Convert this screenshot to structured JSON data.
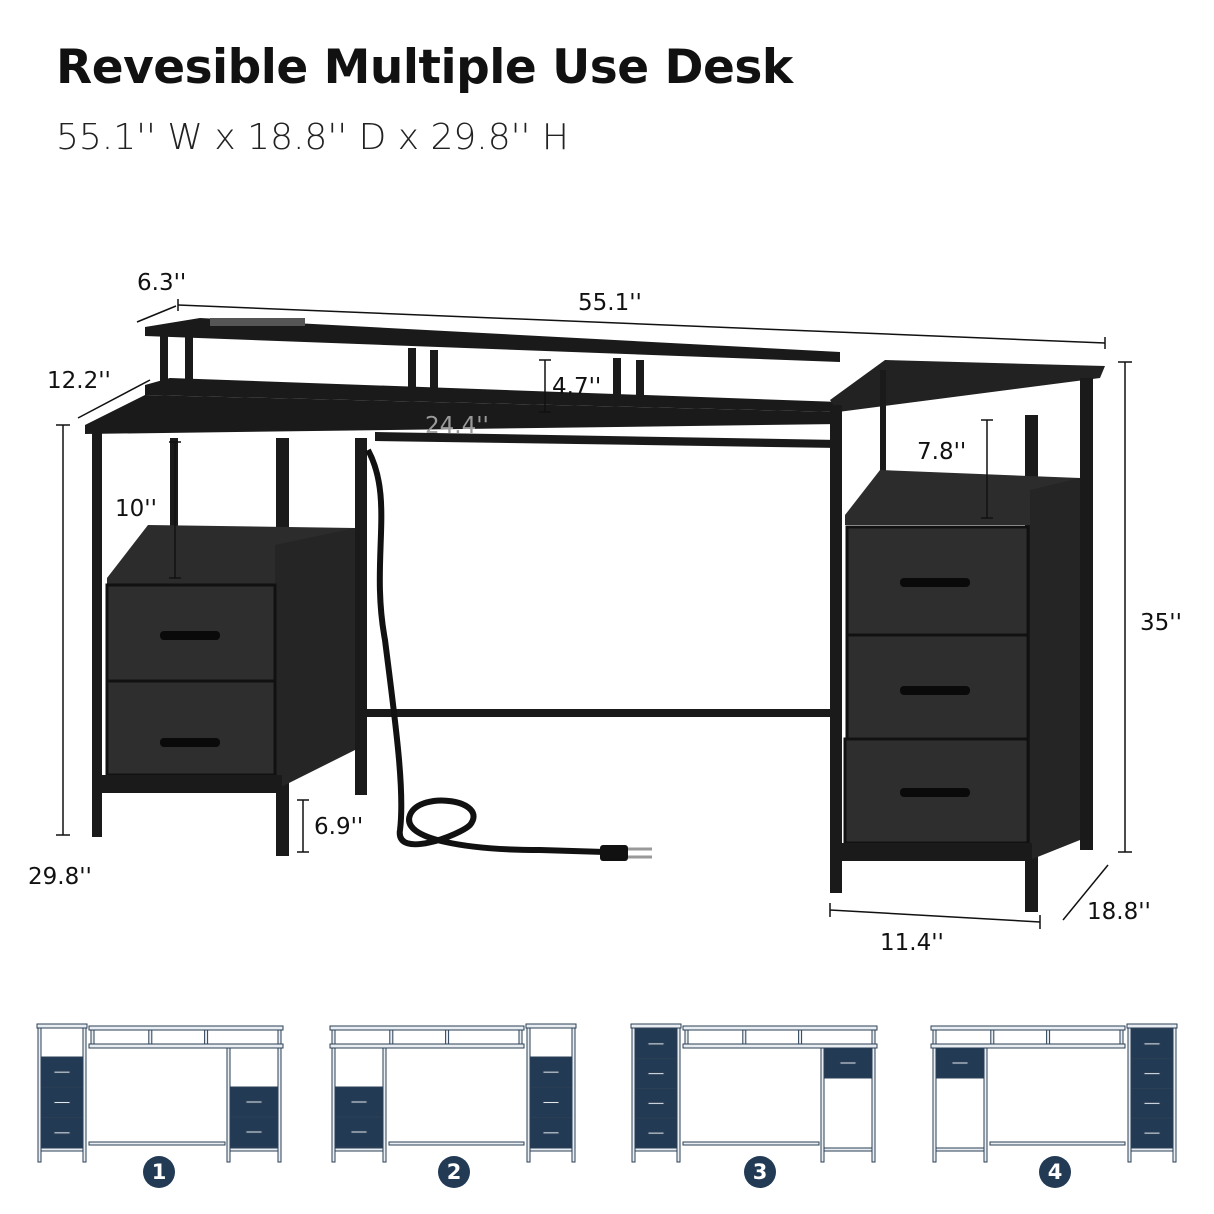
{
  "header": {
    "title": "Revesible Multiple Use Desk",
    "subtitle": "55.1'' W x 18.8'' D x 29.8'' H"
  },
  "dimensions": {
    "top_depth": "6.3''",
    "total_width": "55.1''",
    "desk_depth": "12.2''",
    "riser_height": "4.7''",
    "shelf_width": "24.4''",
    "right_shelf_height": "7.8''",
    "left_shelf_height": "10''",
    "tower_height": "35''",
    "floor_clearance": "6.9''",
    "desk_height": "29.8''",
    "tower_width": "11.4''",
    "tower_depth": "18.8''"
  },
  "colors": {
    "desk": "#1a1a1a",
    "drawer": "#2a2a2a",
    "config_drawer": "#233a55",
    "config_frame": "#e9eef3"
  },
  "configurations": [
    {
      "number": "1",
      "tall_side": "left",
      "tall_drawers": 3,
      "short_drawers": 2
    },
    {
      "number": "2",
      "tall_side": "right",
      "tall_drawers": 3,
      "short_drawers": 2
    },
    {
      "number": "3",
      "tall_side": "left",
      "tall_drawers": 4,
      "short_drawers": 1
    },
    {
      "number": "4",
      "tall_side": "right",
      "tall_drawers": 4,
      "short_drawers": 1
    }
  ]
}
